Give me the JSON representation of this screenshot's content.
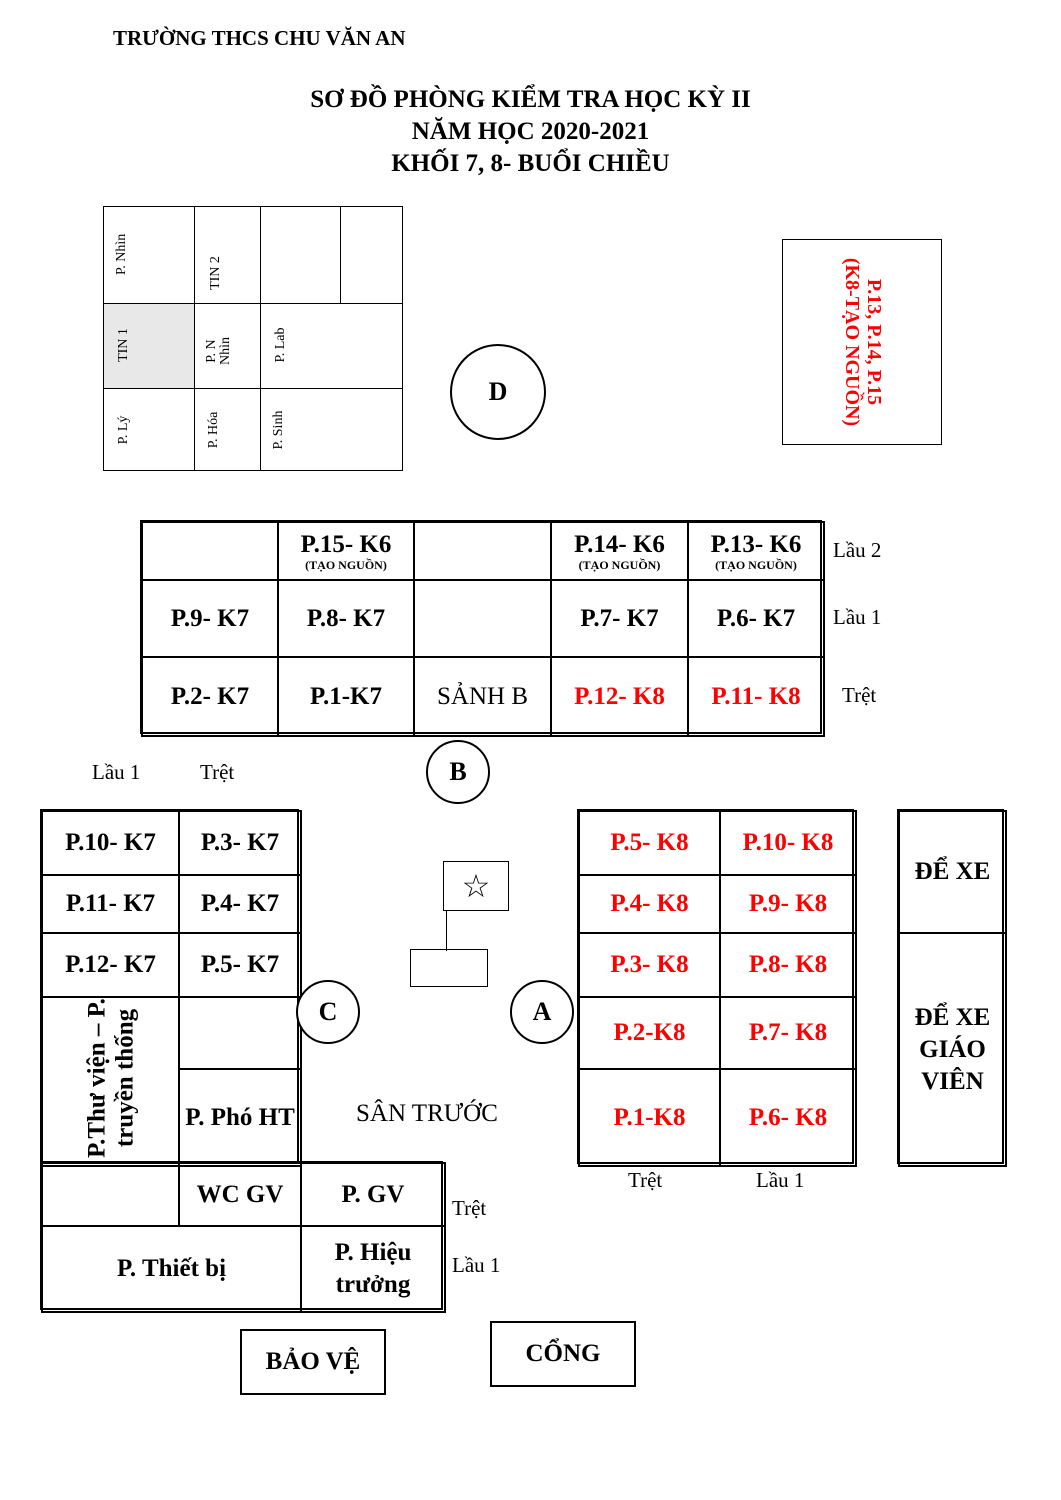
{
  "header": {
    "school": "TRƯỜNG THCS CHU VĂN AN",
    "title1": "SƠ ĐỒ PHÒNG KIỂM TRA HỌC KỲ II",
    "title2": "NĂM HỌC 2020-2021",
    "title3": "KHỐI 7, 8- BUỔI CHIỀU"
  },
  "building_d": {
    "rooms": [
      "P. Nhìn",
      "TIN 2",
      "TIN 1",
      "P. N Nhìn",
      "P. Lab",
      "P. Lý",
      "P. Hóa",
      "P. Sinh"
    ],
    "label": "D",
    "shade_color": "#e8e8e8"
  },
  "top_right_box": {
    "line1": "P.13, P.14, P.15",
    "line2": "(K8-TẠO NGUỒN)"
  },
  "building_b": {
    "label": "B",
    "floor_labels": [
      "Lầu 2",
      "Lầu 1",
      "Trệt"
    ],
    "row_lau2": [
      {
        "name": "",
        "sub": ""
      },
      {
        "name": "P.15- K6",
        "sub": "(TẠO NGUỒN)"
      },
      {
        "name": "",
        "sub": ""
      },
      {
        "name": "P.14- K6",
        "sub": "(TẠO NGUỒN)"
      },
      {
        "name": "P.13- K6",
        "sub": "(TẠO NGUỒN)"
      }
    ],
    "row_lau1": [
      "P.9- K7",
      "P.8- K7",
      "",
      "P.7- K7",
      "P.6- K7"
    ],
    "row_tret": [
      "P.2- K7",
      "P.1-K7",
      "SẢNH B",
      "P.12- K8",
      "P.11- K8"
    ]
  },
  "building_c": {
    "label": "C",
    "col_labels": [
      "Lầu 1",
      "Trệt"
    ],
    "rows": [
      [
        "P.10- K7",
        "P.3- K7"
      ],
      [
        "P.11- K7",
        "P.4- K7"
      ],
      [
        "P.12- K7",
        "P.5- K7"
      ]
    ],
    "library": "P.Thư viện – P. truyền thống",
    "pho_ht": "P. Phó HT",
    "wc": "WC GV",
    "gv": "P. GV",
    "thiet_bi": "P. Thiết bị",
    "hieu_truong": "P. Hiệu trưởng",
    "floor_tret": "Trệt",
    "floor_lau1": "Lầu 1"
  },
  "building_a": {
    "label": "A",
    "col_labels": [
      "Trệt",
      "Lầu 1"
    ],
    "rows": [
      [
        "P.5- K8",
        "P.10- K8"
      ],
      [
        "P.4- K8",
        "P.9- K8"
      ],
      [
        "P.3- K8",
        "P.8- K8"
      ],
      [
        "P.2-K8",
        "P.7- K8"
      ],
      [
        "P.1-K8",
        "P.6- K8"
      ]
    ]
  },
  "parking": {
    "student": "ĐỂ XE",
    "teacher": "ĐỂ XE GIÁO VIÊN"
  },
  "yard": "SÂN TRƯỚC",
  "flag_star": "☆",
  "guard": "BẢO VỆ",
  "gate": "CỔNG",
  "accent_color": "#ff0000"
}
